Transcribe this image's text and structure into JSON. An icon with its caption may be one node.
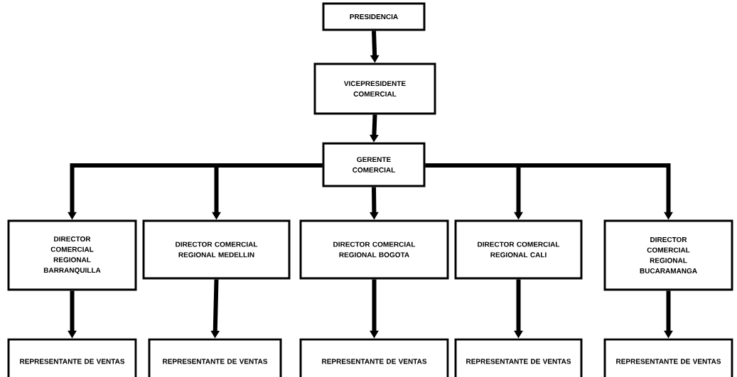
{
  "diagram": {
    "nodes": [
      {
        "text": [
          "PRESIDENCIA"
        ]
      },
      {
        "text": [
          "VICEPRESIDENTE COMERCIAL"
        ]
      },
      {
        "text": [
          "GERENTE COMERCIAL"
        ]
      },
      {
        "text": [
          "DIRECTOR COMERCIAL REGIONAL BARRANQUILLA"
        ]
      },
      {
        "text": [
          "DIRECTOR COMERCIAL REGIONAL MEDELLIN"
        ]
      },
      {
        "text": [
          "DIRECTOR COMERCIAL REGIONAL BOGOTA"
        ]
      },
      {
        "text": [
          "DIRECTOR COMERCIAL REGIONAL CALI"
        ]
      },
      {
        "text": [
          "DIRECTOR COMERCIAL REGIONAL BUCARAMANGA"
        ]
      },
      {
        "text": [
          "REPRESENTANTE DE VENTAS"
        ]
      },
      {
        "text": [
          "REPRESENTANTE DE VENTAS"
        ]
      },
      {
        "text": [
          "REPRESENTANTE DE VENTAS"
        ]
      },
      {
        "text": [
          "REPRESENTANTE DE VENTAS"
        ]
      },
      {
        "text": [
          "REPRESENTANTE DE VENTAS"
        ]
      }
    ],
    "edges": [
      {
        "from": 0,
        "to": 1,
        "arrow": "to"
      },
      {
        "from": 1,
        "to": 2,
        "arrow": "to"
      },
      {
        "from": 2,
        "to": 3,
        "arrow": "to"
      },
      {
        "from": 2,
        "to": 4,
        "arrow": "to"
      },
      {
        "from": 2,
        "to": 5,
        "arrow": "to"
      },
      {
        "from": 2,
        "to": 6,
        "arrow": "to"
      },
      {
        "from": 2,
        "to": 7,
        "arrow": "to"
      },
      {
        "from": 3,
        "to": 8,
        "arrow": "to"
      },
      {
        "from": 4,
        "to": 9,
        "arrow": "to"
      },
      {
        "from": 5,
        "to": 10,
        "arrow": "to"
      },
      {
        "from": 6,
        "to": 11,
        "arrow": "to"
      },
      {
        "from": 7,
        "to": 12,
        "arrow": "to"
      }
    ]
  }
}
